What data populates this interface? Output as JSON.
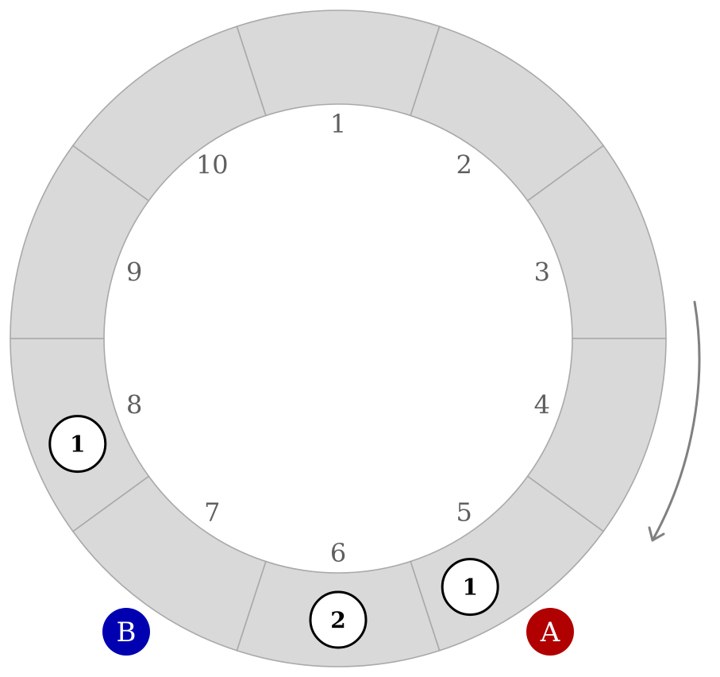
{
  "board": {
    "segments": 10,
    "fill_color": "#d9d9d9",
    "line_color": "#a9a9a9",
    "labels": [
      "1",
      "2",
      "3",
      "4",
      "5",
      "6",
      "7",
      "8",
      "9",
      "10"
    ]
  },
  "tokens": [
    {
      "segment": 5,
      "label": "1"
    },
    {
      "segment": 6,
      "label": "2"
    },
    {
      "segment": 8,
      "label": "1"
    }
  ],
  "players": [
    {
      "label": "A",
      "color": "#b00000",
      "near_segment": 5
    },
    {
      "label": "B",
      "color": "#0000b0",
      "near_segment": 7
    }
  ],
  "direction": {
    "icon": "clockwise-arrow-icon",
    "color": "#808080"
  }
}
